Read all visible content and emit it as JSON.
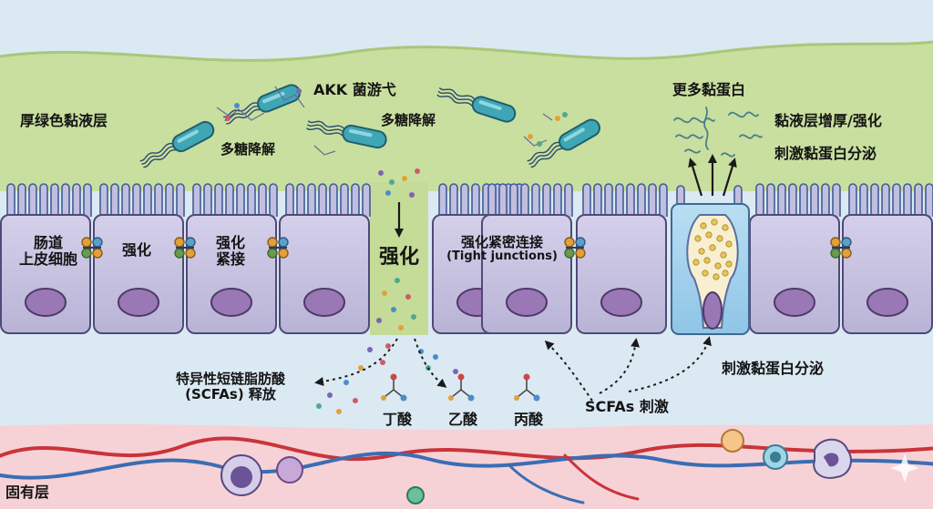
{
  "colors": {
    "mucus_layer": "#c9df9f",
    "epithelial_cell": "#c7c3df",
    "cell_nucleus": "#9a78b5",
    "goblet_cell": "#a9d4ee",
    "lamina_propria": "#f6d2d6",
    "artery": "#c9343a",
    "vein": "#3b6db3",
    "bacteria": "#3fa6b5",
    "background": "#dbe9f3"
  },
  "labels": {
    "mucus_layer": "厚绿色黏液层",
    "akk_title": "AKK 菌游弋",
    "polysaccharide_left": "多糖降解",
    "polysaccharide_center": "多糖降解",
    "more_mucin": "更多黏蛋白",
    "mucus_thicken": "黏液层增厚/强化",
    "stim_secretion_top": "刺激黏蛋白分泌",
    "epithelial_line1": "肠道",
    "epithelial_line2": "上皮细胞",
    "strengthen_1": "强化",
    "strengthen_2_line1": "强化",
    "strengthen_2_line2": "紧接",
    "strengthen_big": "强化",
    "tight_junction_cn": "强化紧密连接",
    "tight_junction_en": "(Tight junctions)",
    "scfa_release_line1": "特异性短链脂肪酸",
    "scfa_release_line2": "(SCFAs) 释放",
    "butyrate": "丁酸",
    "acetate": "乙酸",
    "propionate": "丙酸",
    "scfa_stimulate": "SCFAs 刺激",
    "stim_secretion_bottom": "刺激黏蛋白分泌",
    "lamina_propria": "固有层"
  }
}
